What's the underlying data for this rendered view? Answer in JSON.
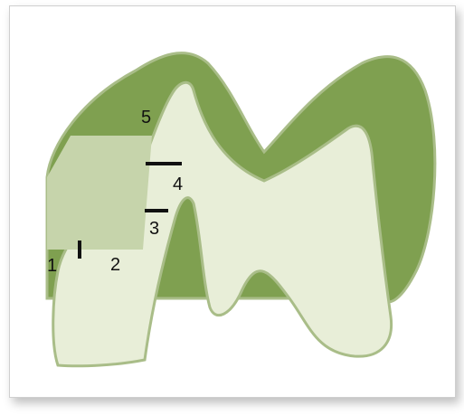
{
  "diagram": {
    "labels": [
      {
        "id": "label-1",
        "text": "1"
      },
      {
        "id": "label-2",
        "text": "2"
      },
      {
        "id": "label-3",
        "text": "3"
      },
      {
        "id": "label-4",
        "text": "4"
      },
      {
        "id": "label-5",
        "text": "5"
      }
    ],
    "colors": {
      "enamel": "#7fa050",
      "dentin_light": "#e8eed8",
      "pulp_block": "#c6d4ab",
      "outline": "#a9bd88",
      "marker": "#111111"
    }
  }
}
